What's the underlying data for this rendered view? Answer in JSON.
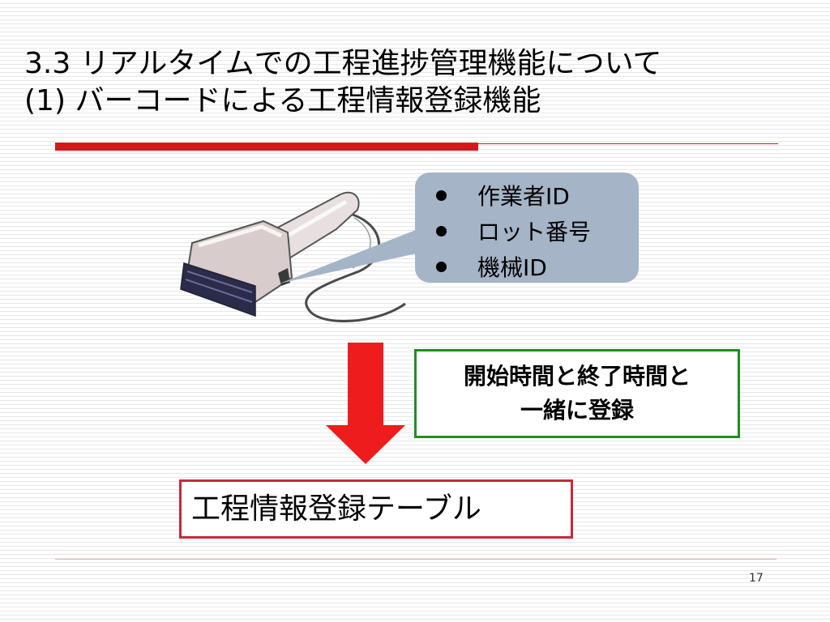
{
  "slide": {
    "title_line1": "3.3 リアルタイムでの工程進捗管理機能について",
    "title_line2": "(1) バーコードによる工程情報登録機能",
    "accent_color": "#d21919",
    "page_number": "17"
  },
  "scan_items": [
    "作業者ID",
    "ロット番号",
    "機械ID"
  ],
  "note_box": {
    "line1": "開始時間と終了時間と",
    "line2": "一緒に登録",
    "border_color": "#238c23"
  },
  "result_box": {
    "label": "工程情報登録テーブル",
    "border_color": "#c8283c"
  },
  "icons": {
    "scanner": "barcode-scanner-icon",
    "arrow": "down-arrow-icon"
  }
}
